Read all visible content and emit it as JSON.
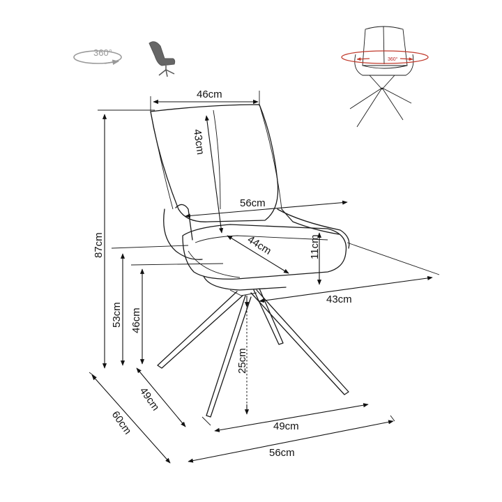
{
  "icons": {
    "rotation_label": "360°",
    "preview_rotation_label": "360°",
    "accent_color": "#c0392b"
  },
  "dimensions": {
    "seat_back_width": "46cm",
    "backrest_height": "43cm",
    "armrest_width": "56cm",
    "seat_depth": "44cm",
    "armrest_height": "11cm",
    "side_depth": "43cm",
    "total_height": "87cm",
    "armrest_floor_height": "53cm",
    "seat_height": "46cm",
    "base_height": "25cm",
    "leg_depth": "49cm",
    "base_depth": "60cm",
    "leg_width": "49cm",
    "total_width": "56cm"
  }
}
